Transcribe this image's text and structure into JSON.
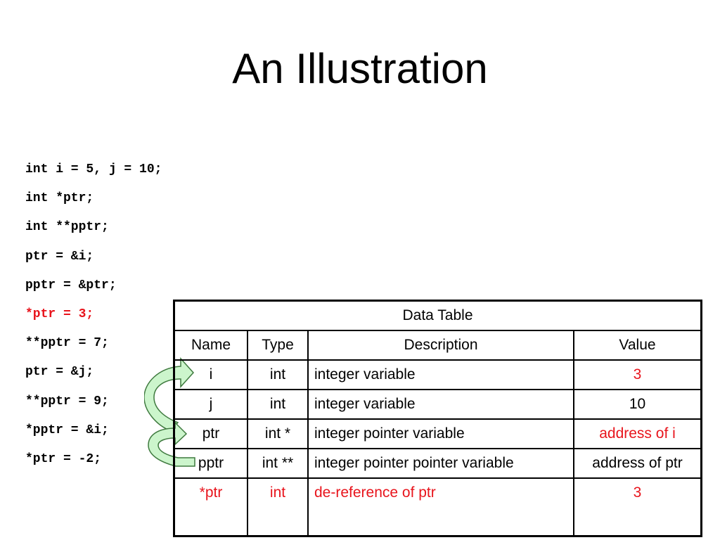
{
  "slide": {
    "title": "An Illustration"
  },
  "code_lines": [
    {
      "text": "int i = 5, j = 10;",
      "highlight": false
    },
    {
      "text": "int *ptr;",
      "highlight": false
    },
    {
      "text": "int **pptr;",
      "highlight": false
    },
    {
      "text": "ptr = &i;",
      "highlight": false
    },
    {
      "text": "pptr = &ptr;",
      "highlight": false
    },
    {
      "text": "*ptr = 3;",
      "highlight": true
    },
    {
      "text": "**pptr = 7;",
      "highlight": false
    },
    {
      "text": "ptr = &j;",
      "highlight": false
    },
    {
      "text": "**pptr = 9;",
      "highlight": false
    },
    {
      "text": "*pptr = &i;",
      "highlight": false
    },
    {
      "text": "*ptr = -2;",
      "highlight": false
    }
  ],
  "table": {
    "caption": "Data Table",
    "headers": [
      "Name",
      "Type",
      "Description",
      "Value"
    ],
    "rows": [
      {
        "name": "i",
        "type": "int",
        "description": "integer variable",
        "value": "3"
      },
      {
        "name": "j",
        "type": "int",
        "description": "integer variable",
        "value": "10"
      },
      {
        "name": "ptr",
        "type": "int *",
        "description": "integer pointer variable",
        "value": "address of i"
      },
      {
        "name": "pptr",
        "type": "int **",
        "description": "integer pointer pointer variable",
        "value": "address of ptr"
      },
      {
        "name": "*ptr",
        "type": "int",
        "description": "de-reference of ptr",
        "value": "3"
      }
    ]
  },
  "colors": {
    "highlight": "#e8141c",
    "arrow_fill": "#ccf5cc",
    "arrow_stroke": "#3f7a3f"
  }
}
